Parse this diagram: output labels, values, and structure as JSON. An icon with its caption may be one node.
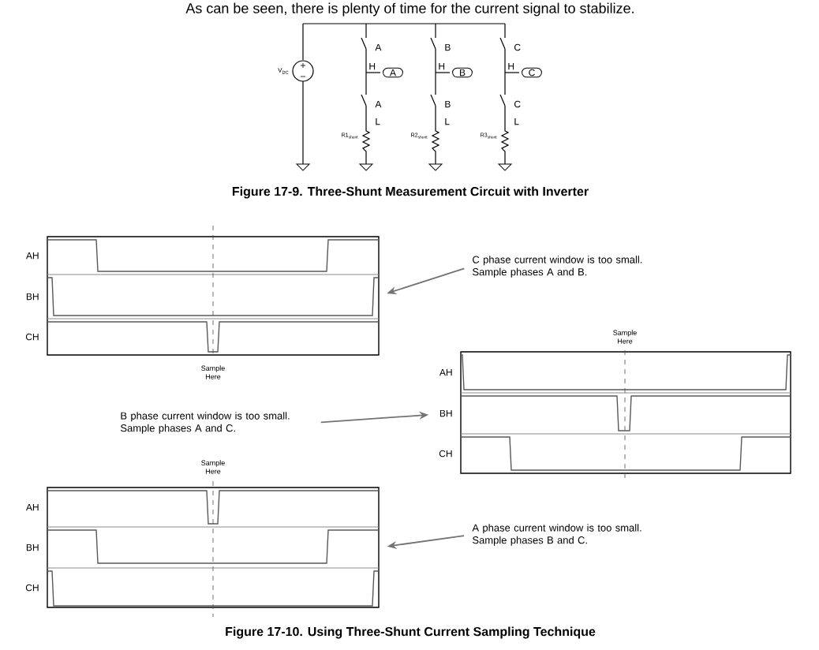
{
  "diagram": {
    "caption": "Figure 17-10. Using Three-Shunt Current Sampling Technique",
    "nodes": [
      {
        "text": [
          "AH",
          "BH",
          "CH"
        ],
        "beside": [
          "Sample Here"
        ]
      },
      {
        "text": [
          "C phase current window is too small. Sample phases A and B."
        ]
      },
      {
        "text": [
          "B phase current window is too small. Sample phases A and C."
        ]
      },
      {
        "text": [
          "AH",
          "BH",
          "CH"
        ],
        "beside": [
          "Sample Here"
        ]
      },
      {
        "text": [
          "AH",
          "BH",
          "CH"
        ],
        "beside": [
          "Sample Here"
        ]
      },
      {
        "text": [
          "A phase current window is too small. Sample phases B and C."
        ]
      }
    ],
    "edges": [
      {
        "from": 1,
        "to": 0,
        "arrow": "to"
      },
      {
        "from": 2,
        "to": 3,
        "arrow": "to"
      },
      {
        "from": 5,
        "to": 4,
        "arrow": "to"
      }
    ],
    "labels": [
      "As can be seen, there is plenty of time for the current signal to stabilize.",
      "A",
      "B",
      "C",
      "V$_{DC}$",
      "H",
      "A",
      "H",
      "B",
      "H",
      "C",
      "A",
      "B",
      "C",
      "L",
      "L",
      "L",
      "R1$_{shunt}$",
      "R2$_{shunt}$",
      "R3$_{shunt}$",
      "Figure 17-9. Three-Shunt Measurement Circuit with Inverter"
    ]
  }
}
